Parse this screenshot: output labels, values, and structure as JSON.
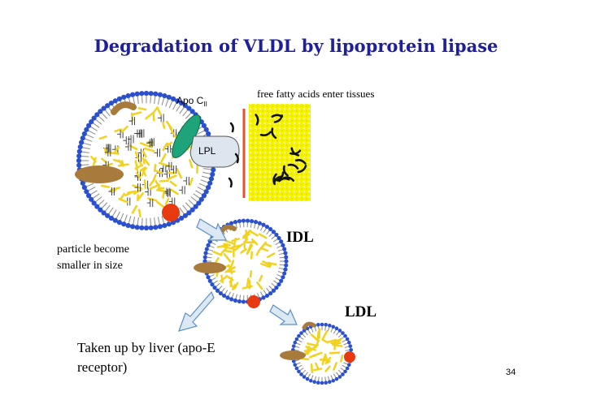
{
  "title": "Degradation of VLDL by lipoprotein lipase",
  "labels": {
    "apo_c": "Apo C",
    "apo_c_sub": "II",
    "lpl": "LPL",
    "ffa": "free fatty acids enter tissues",
    "idl": "IDL",
    "ldl": "LDL",
    "shrink_line1": "particle become",
    "shrink_line2": "smaller in size",
    "liver_line1": "Taken up by liver (apo-E",
    "liver_line2": "receptor)",
    "page_number": "34"
  },
  "colors": {
    "title": "#1f1f9e",
    "phospholipid_head": "#2a4fcf",
    "apo_b": "#a87b3c",
    "apo_e": "#e83a10",
    "apo_c": "#1fa37a",
    "lpl": "#dde6ef",
    "endothelium": "#e8502b",
    "tissue": "#f5f500",
    "triglyceride": "#f2d21e",
    "arrow_fill": "#dce9f5",
    "arrow_stroke": "#5a8fc8"
  }
}
